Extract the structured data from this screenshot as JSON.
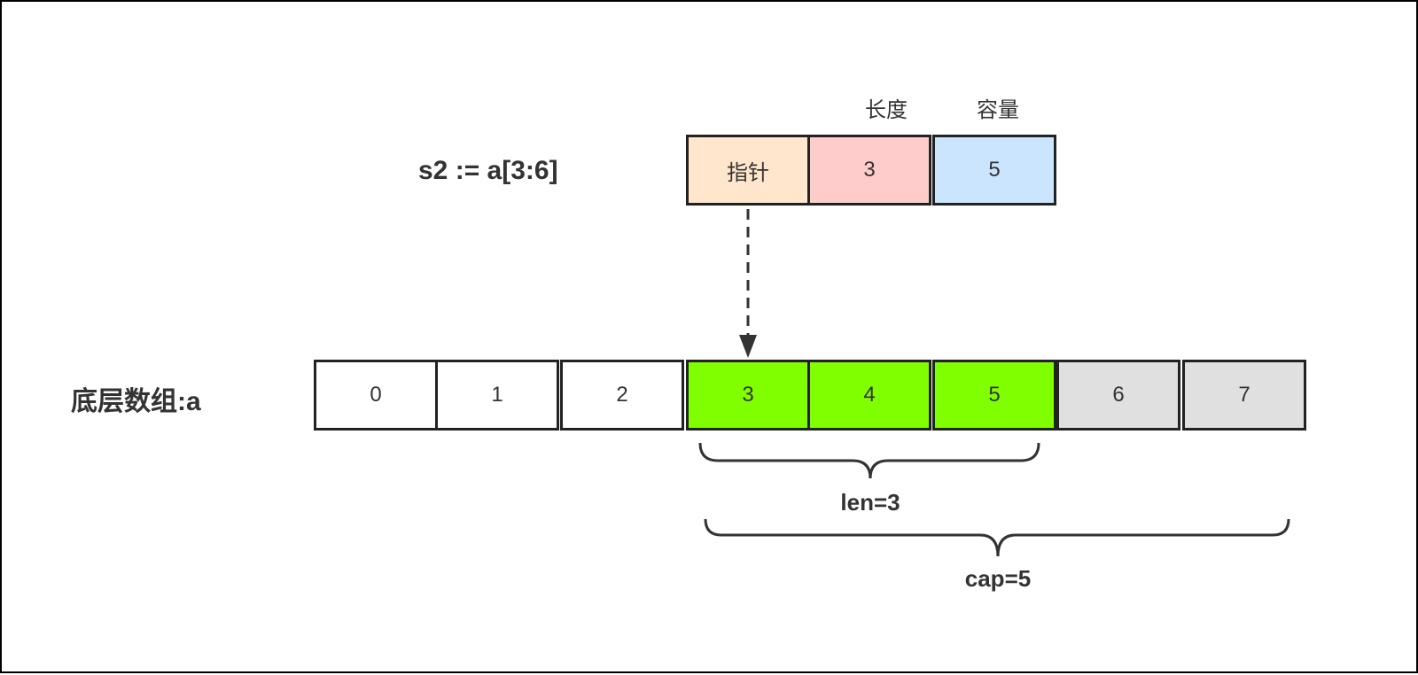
{
  "slice_expr": "s2 := a[3:6]",
  "header": {
    "field_labels": [
      "",
      "长度",
      "容量"
    ],
    "cells": [
      {
        "text": "指针",
        "color": "#ffe6cc"
      },
      {
        "text": "3",
        "color": "#ffcccc"
      },
      {
        "text": "5",
        "color": "#cce5ff"
      }
    ]
  },
  "array": {
    "label": "底层数组:a",
    "cells": [
      {
        "text": "0",
        "color": "#ffffff"
      },
      {
        "text": "1",
        "color": "#ffffff"
      },
      {
        "text": "2",
        "color": "#ffffff"
      },
      {
        "text": "3",
        "color": "#80ff00"
      },
      {
        "text": "4",
        "color": "#80ff00"
      },
      {
        "text": "5",
        "color": "#80ff00"
      },
      {
        "text": "6",
        "color": "#e0e0e0"
      },
      {
        "text": "7",
        "color": "#e0e0e0"
      }
    ]
  },
  "len_label": "len=3",
  "cap_label": "cap=5"
}
